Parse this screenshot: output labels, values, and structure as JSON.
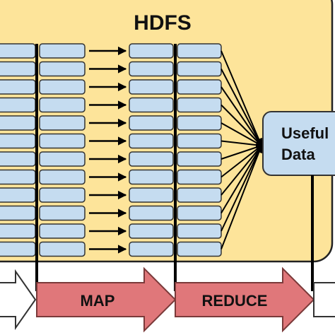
{
  "diagram": {
    "title": "HDFS",
    "output_label_line1": "Useful",
    "output_label_line2": "Data",
    "stages": [
      "MAP",
      "REDUCE"
    ],
    "rows": 12,
    "colors": {
      "hdfs_fill": "#fde49a",
      "hdfs_stroke": "#222222",
      "block_fill": "#c5dcf0",
      "block_stroke": "#333333",
      "arrow_fill": "#e0777a",
      "arrow_stroke": "#7a3a3a",
      "line": "#000000"
    }
  }
}
